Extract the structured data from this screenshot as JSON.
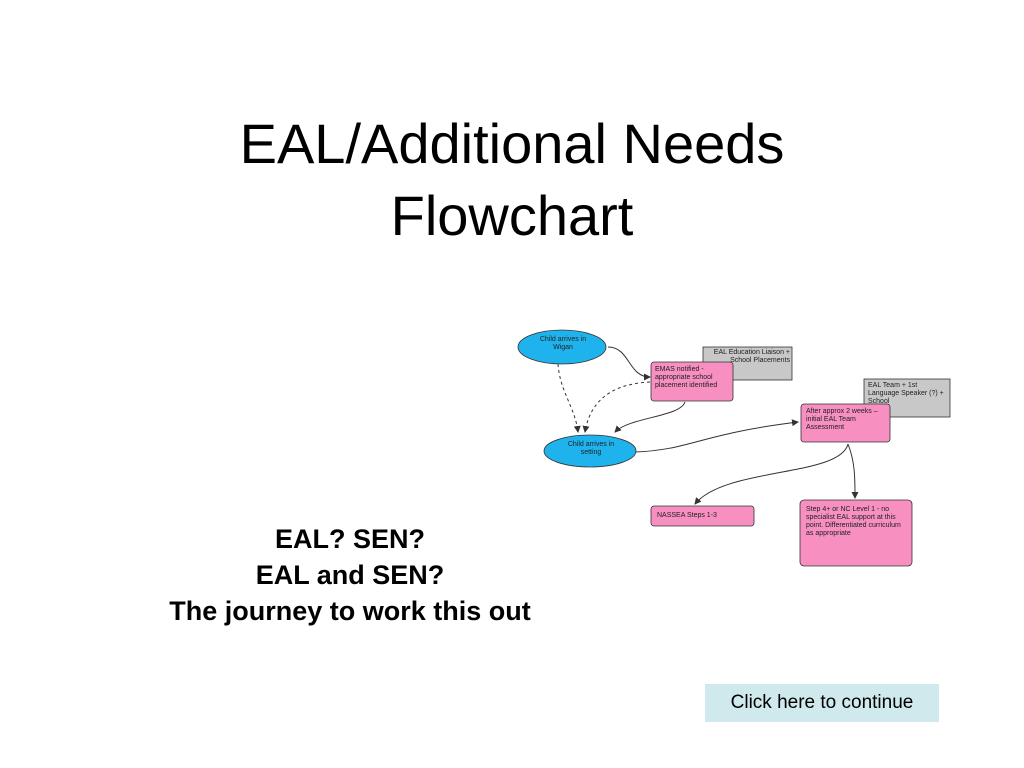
{
  "title": {
    "line1": "EAL/Additional Needs",
    "line2": "Flowchart"
  },
  "flowchart": {
    "nodes": {
      "child_arrives_wigan": "Child arrives in Wigan",
      "emas_notified": "EMAS notified - appropriate school placement identified",
      "eal_liaison": "EAL Education Liaison + School Placements",
      "child_arrives_setting": "Child arrives in setting",
      "eal_team_speaker": "EAL Team + 1st Language Speaker (?) + School",
      "initial_assessment": "After approx 2 weeks – initial EAL Team Assessment",
      "nassea": "NASSEA Steps 1-3",
      "step4": "Step 4+ or NC Level 1 - no specialist EAL support at this point. Differentiated curriculum as appropriate"
    },
    "colors": {
      "ellipse_fill": "#1fb3ee",
      "box_fill": "#f78fc0",
      "grey_fill": "#c8c8c8"
    }
  },
  "questions": {
    "line1": "EAL? SEN?",
    "line2": "EAL and SEN?",
    "line3": "The journey to work this out"
  },
  "continue_button": {
    "label": "Click here to continue",
    "color": "#cfe9ec"
  }
}
